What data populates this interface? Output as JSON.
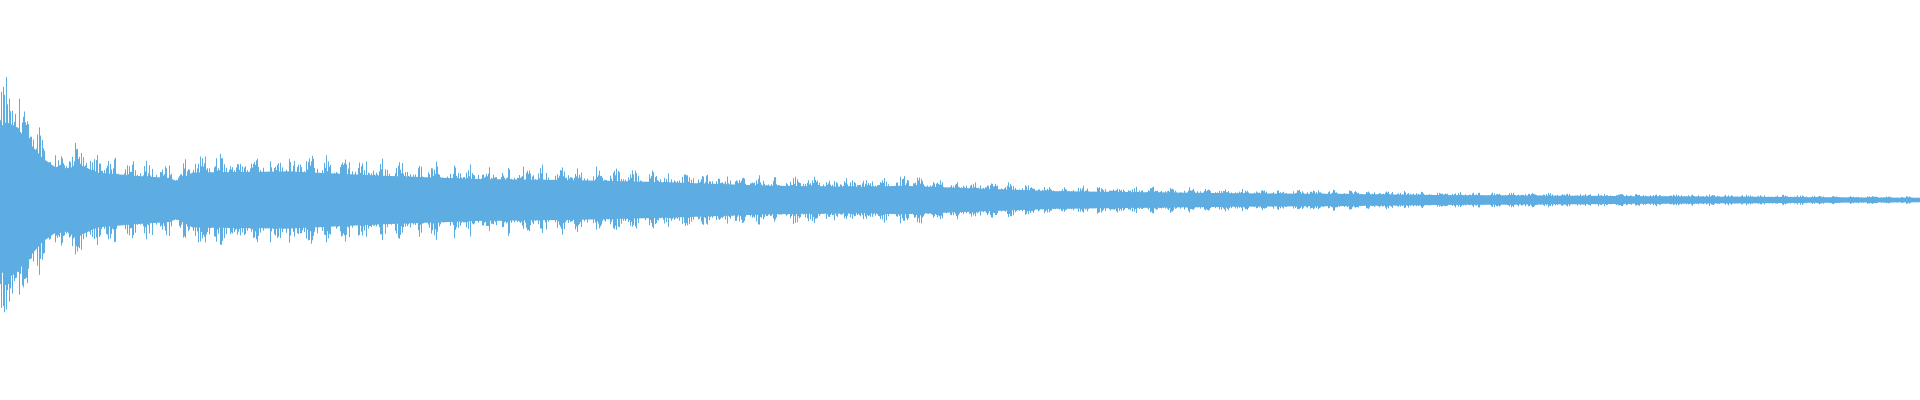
{
  "waveform": {
    "color": "#5dade2",
    "background": "#ffffff",
    "amplitude_envelope": [
      {
        "t": 0.0,
        "a": 0.62
      },
      {
        "t": 0.004,
        "a": 0.7
      },
      {
        "t": 0.008,
        "a": 0.67
      },
      {
        "t": 0.015,
        "a": 0.52
      },
      {
        "t": 0.022,
        "a": 0.38
      },
      {
        "t": 0.03,
        "a": 0.28
      },
      {
        "t": 0.043,
        "a": 0.31
      },
      {
        "t": 0.05,
        "a": 0.25
      },
      {
        "t": 0.07,
        "a": 0.22
      },
      {
        "t": 0.088,
        "a": 0.2
      },
      {
        "t": 0.092,
        "a": 0.17
      },
      {
        "t": 0.1,
        "a": 0.25
      },
      {
        "t": 0.15,
        "a": 0.26
      },
      {
        "t": 0.2,
        "a": 0.22
      },
      {
        "t": 0.25,
        "a": 0.19
      },
      {
        "t": 0.3,
        "a": 0.18
      },
      {
        "t": 0.35,
        "a": 0.16
      },
      {
        "t": 0.4,
        "a": 0.13
      },
      {
        "t": 0.45,
        "a": 0.12
      },
      {
        "t": 0.47,
        "a": 0.13
      },
      {
        "t": 0.5,
        "a": 0.11
      },
      {
        "t": 0.55,
        "a": 0.08
      },
      {
        "t": 0.6,
        "a": 0.07
      },
      {
        "t": 0.65,
        "a": 0.06
      },
      {
        "t": 0.7,
        "a": 0.055
      },
      {
        "t": 0.75,
        "a": 0.045
      },
      {
        "t": 0.8,
        "a": 0.04
      },
      {
        "t": 0.85,
        "a": 0.035
      },
      {
        "t": 0.9,
        "a": 0.03
      },
      {
        "t": 0.95,
        "a": 0.025
      },
      {
        "t": 1.0,
        "a": 0.02
      }
    ]
  }
}
